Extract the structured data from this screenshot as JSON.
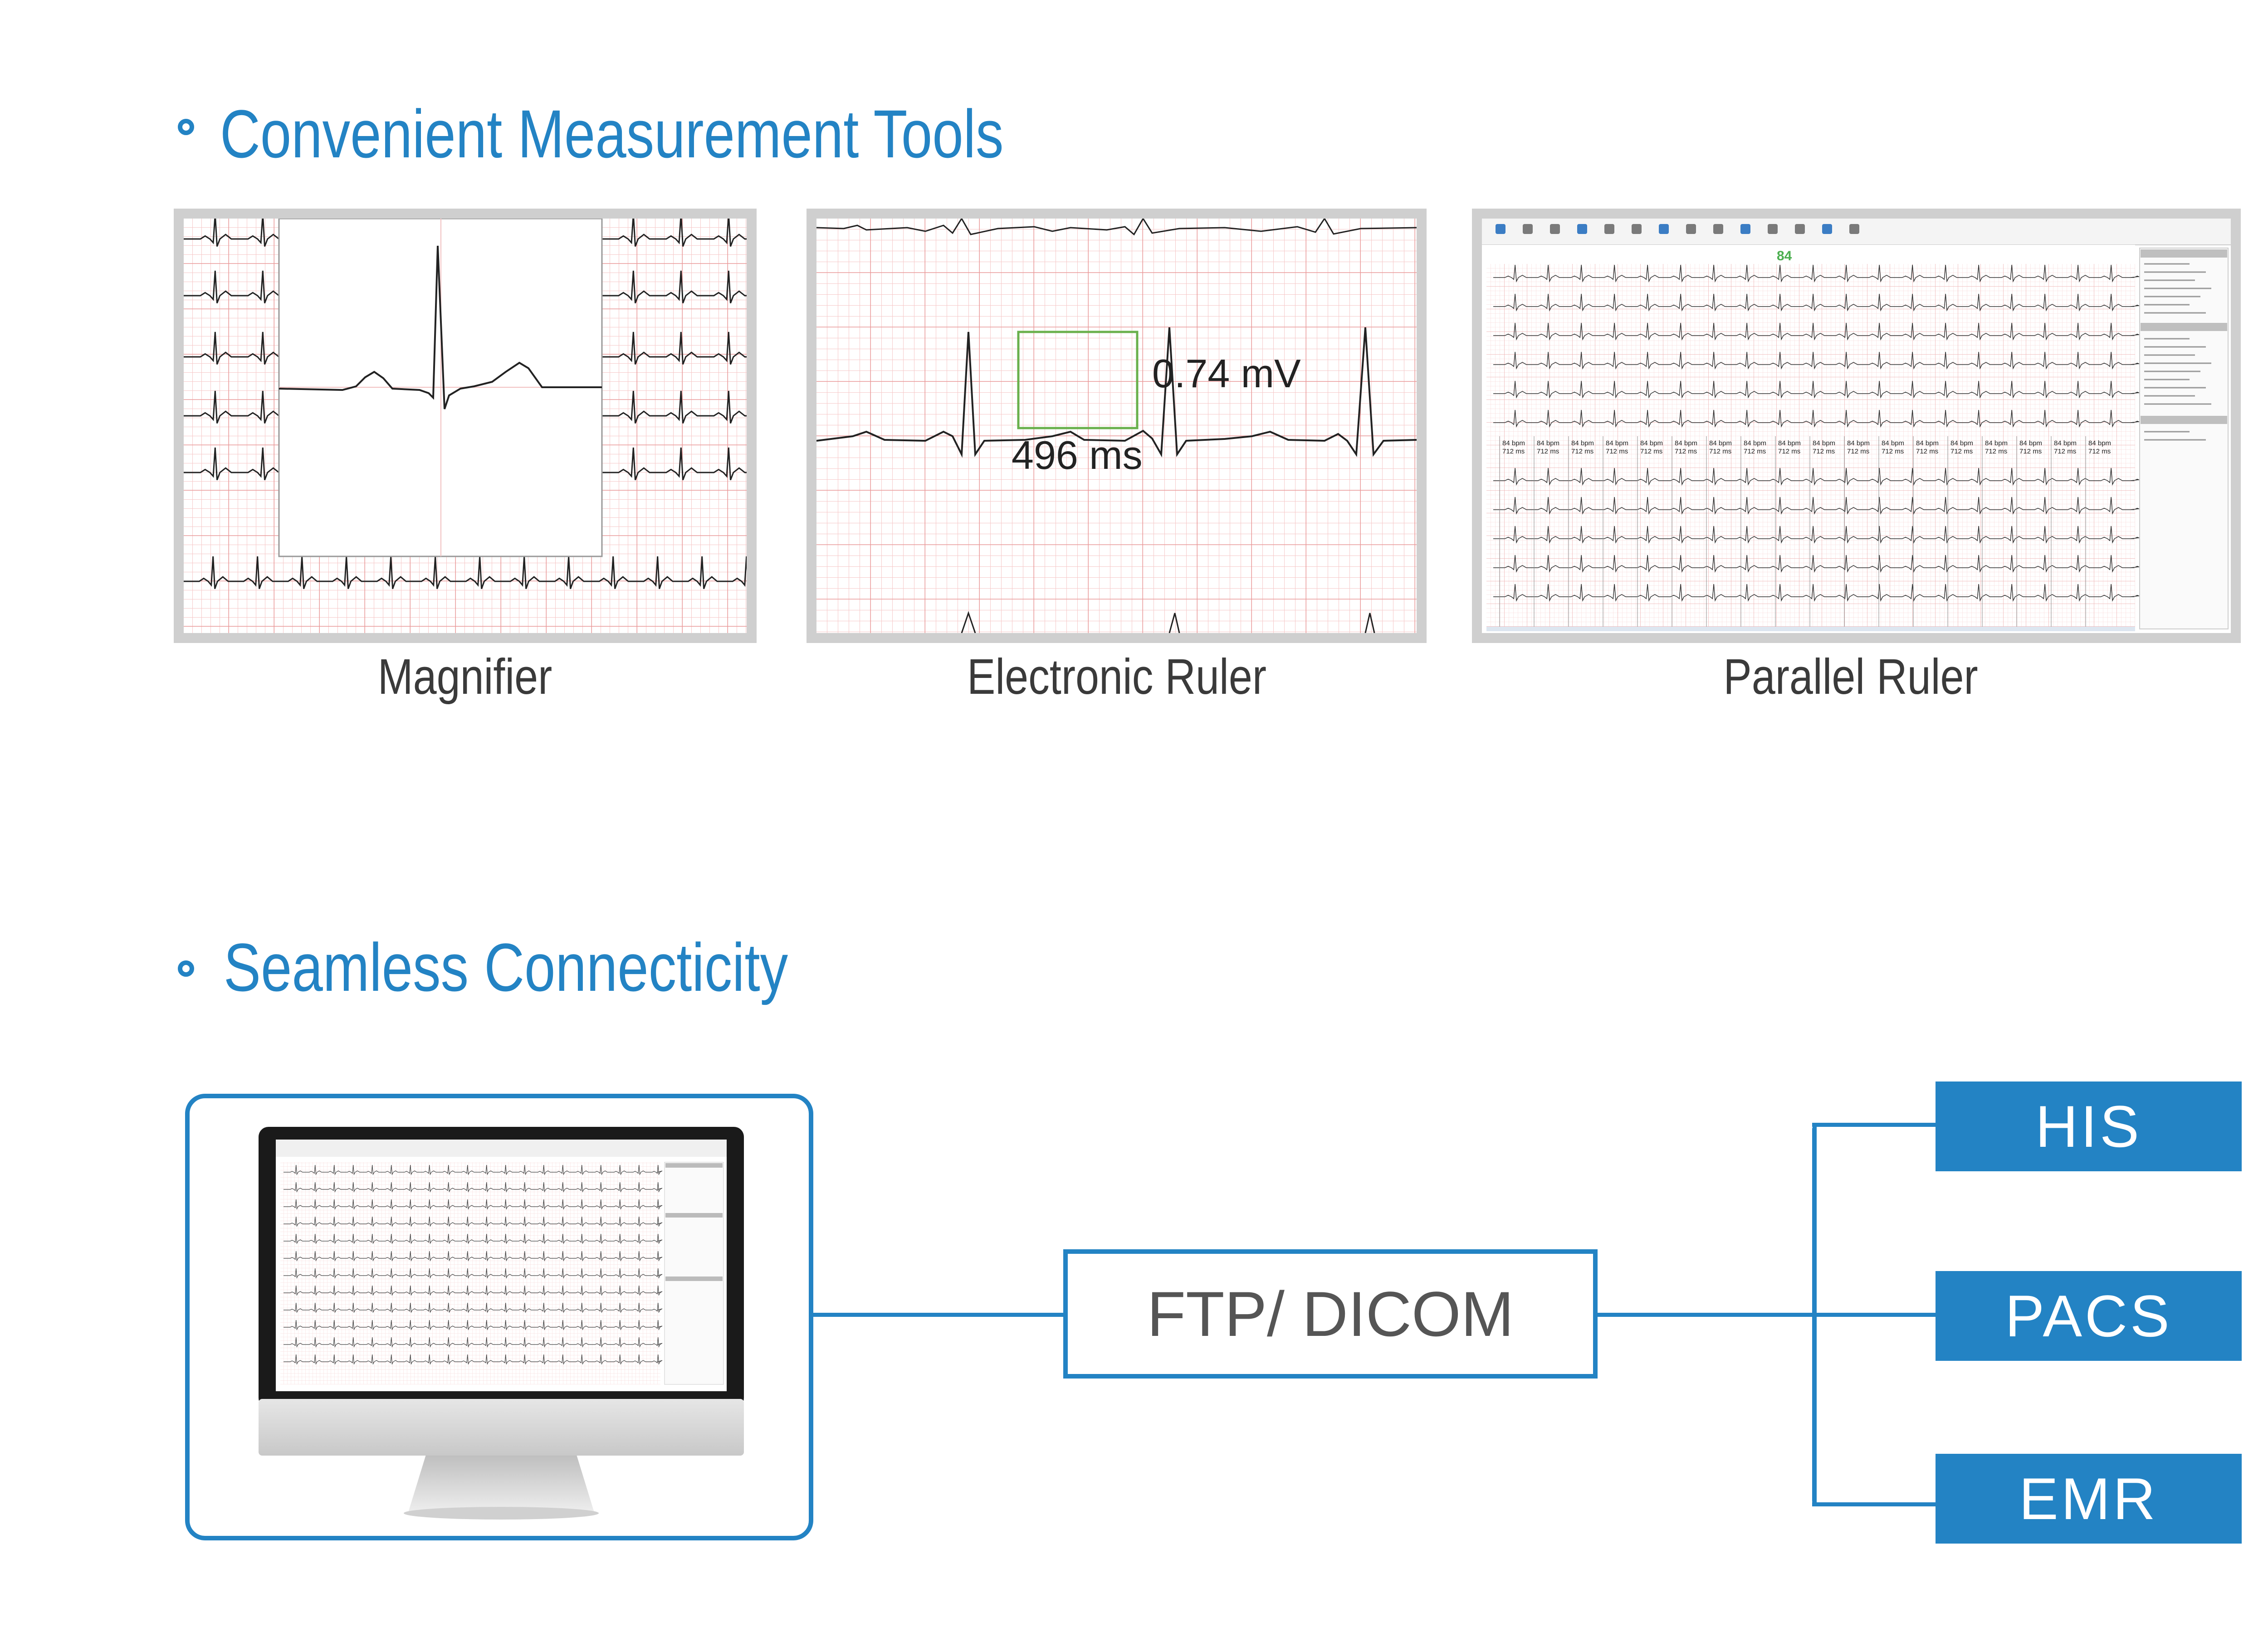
{
  "sections": {
    "measurement": {
      "title": "Convenient Measurement Tools"
    },
    "connectivity": {
      "title": "Seamless Connecticity"
    }
  },
  "tools": [
    {
      "caption": "Magnifier"
    },
    {
      "caption": "Electronic Ruler",
      "voltage": "0.74 mV",
      "duration": "496 ms"
    },
    {
      "caption": "Parallel Ruler",
      "heart_rate_readout": "84",
      "rr_cells": [
        "84 bpm",
        "712 ms"
      ]
    }
  ],
  "connectivity": {
    "hub_label": "FTP/ DICOM",
    "destinations": [
      "HIS",
      "PACS",
      "EMR"
    ]
  },
  "colors": {
    "accent": "#2383c4",
    "grid": "#f2b4b4",
    "trace": "#222222",
    "ruler_box": "#6ab04c"
  },
  "icons": [
    "bullet-icon",
    "monitor-icon"
  ]
}
